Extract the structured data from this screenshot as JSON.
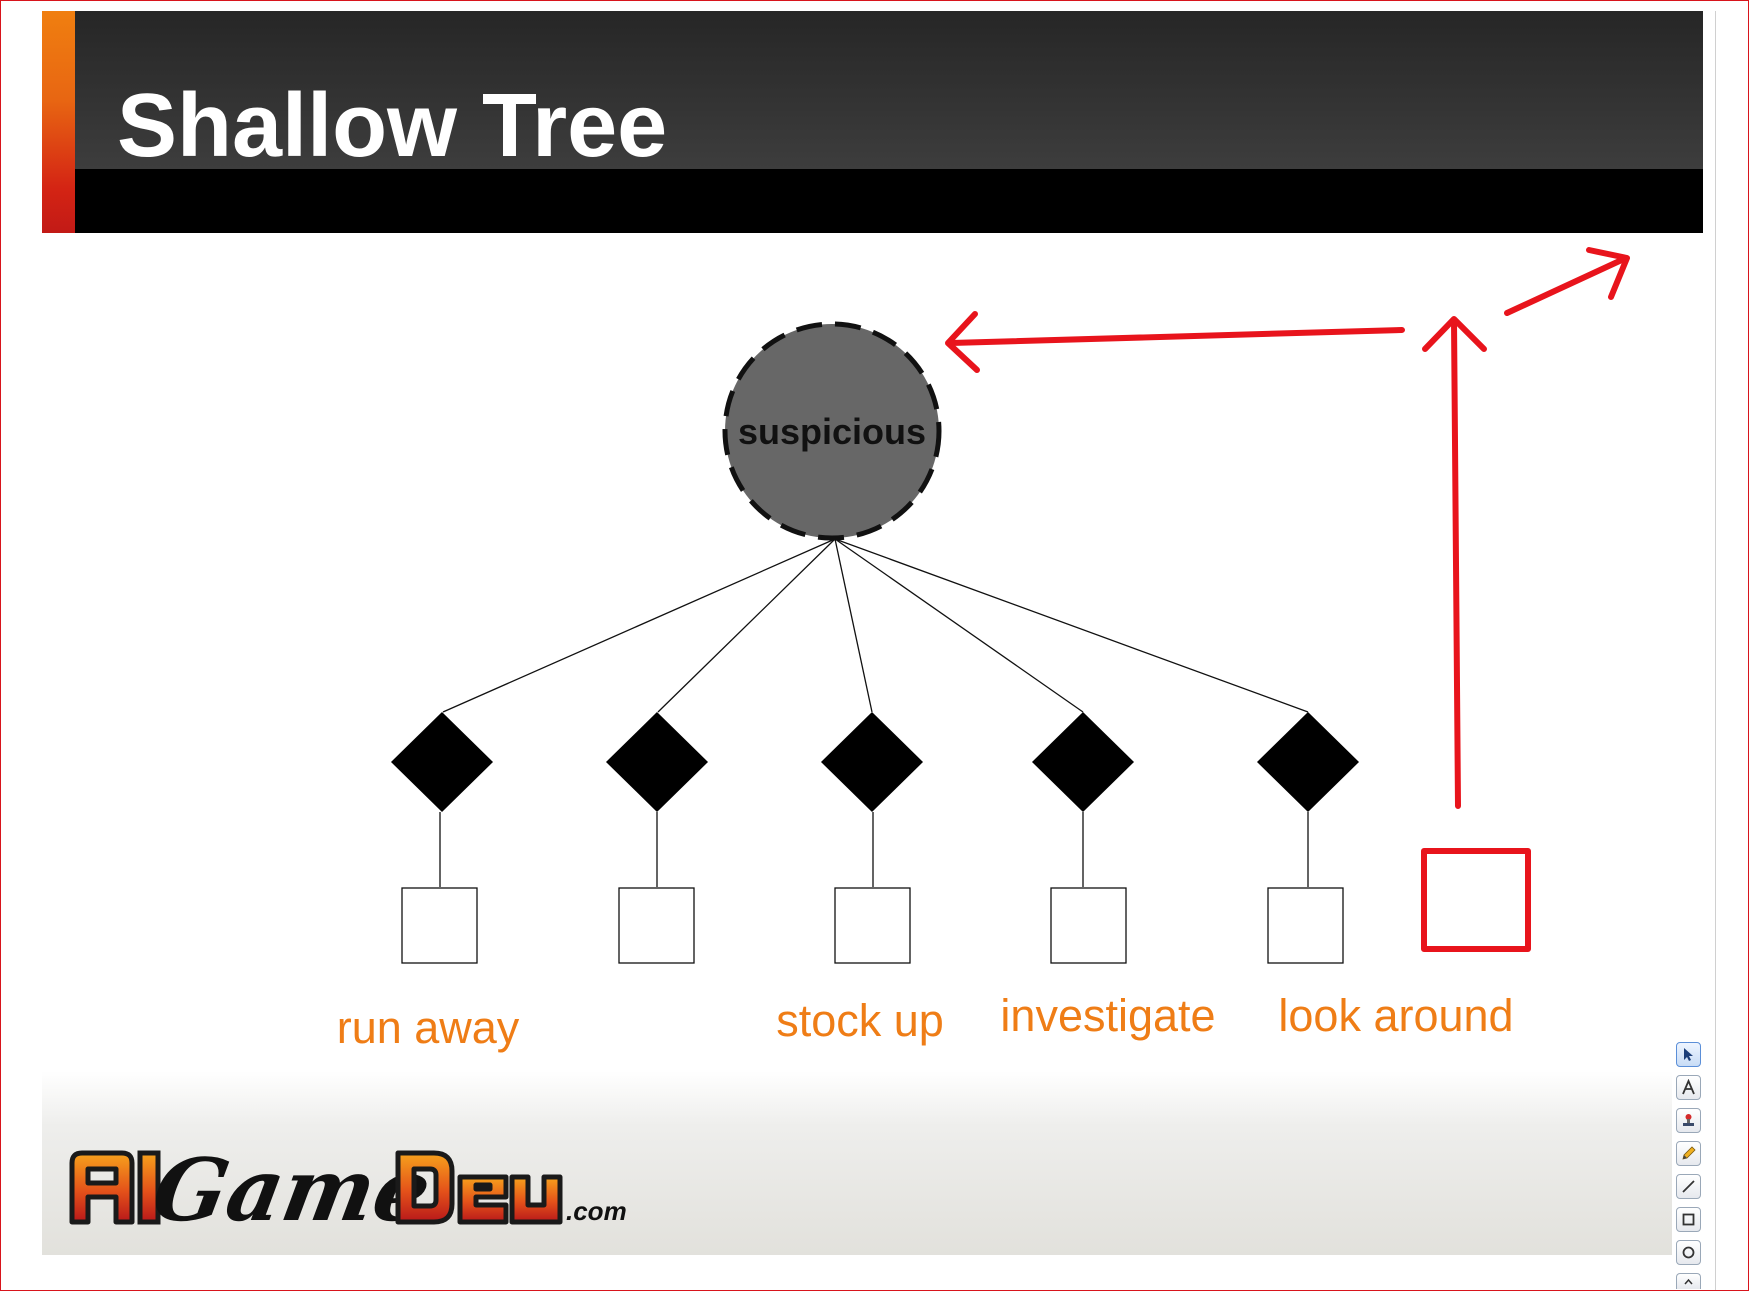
{
  "slide": {
    "title": "Shallow Tree"
  },
  "diagram": {
    "root_label": "suspicious",
    "action_labels": [
      "run away",
      "",
      "stock up",
      "investigate",
      "look around"
    ]
  },
  "footer": {
    "logo_text": "AiGameDev.com"
  },
  "toolbar": {
    "tools": [
      {
        "name": "select-tool",
        "icon": "cursor-arrow-icon",
        "active": true
      },
      {
        "name": "text-tool",
        "icon": "letter-a-icon"
      },
      {
        "name": "stamp-tool",
        "icon": "stamp-icon"
      },
      {
        "name": "pencil-tool",
        "icon": "pencil-icon"
      },
      {
        "name": "line-tool",
        "icon": "line-icon"
      },
      {
        "name": "rectangle-tool",
        "icon": "square-icon"
      },
      {
        "name": "ellipse-tool",
        "icon": "circle-icon"
      }
    ]
  },
  "colors": {
    "annotation_red": "#e8141c",
    "label_orange": "#ef7d16",
    "root_fill": "#676767",
    "title_bar": "#333333"
  }
}
